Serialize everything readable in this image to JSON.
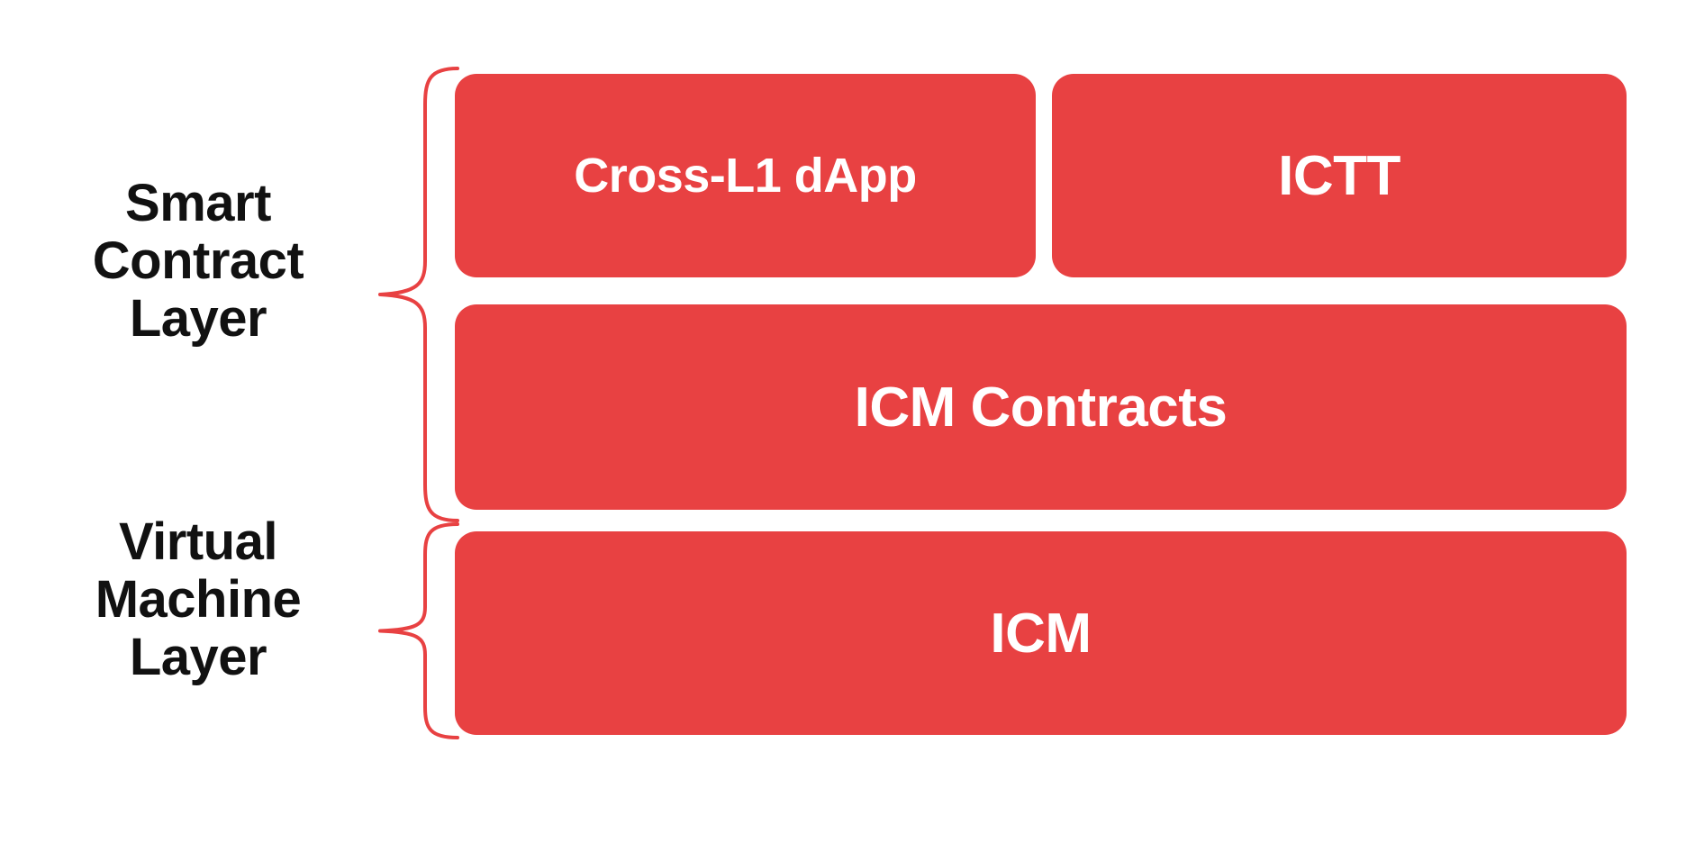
{
  "diagram": {
    "title": "Smart Contract Layer and Virtual Machine Layer stack",
    "background_color": "#FFFFFF",
    "accent_color": "#E84142",
    "text_on_accent_color": "#FFFFFF",
    "label_color": "#111111"
  },
  "layers": [
    {
      "id": "smart-contract-layer",
      "label": "Smart\nContract\nLayer",
      "brace_color": "#E84142",
      "boxes": [
        {
          "id": "cross-l1-dapp",
          "label": "Cross-L1 dApp",
          "row": 1,
          "column": 1
        },
        {
          "id": "ictt",
          "label": "ICTT",
          "row": 1,
          "column": 2
        },
        {
          "id": "icm-contracts",
          "label": "ICM Contracts",
          "row": 2,
          "column": 1,
          "full_width": true
        }
      ]
    },
    {
      "id": "virtual-machine-layer",
      "label": "Virtual\nMachine\nLayer",
      "brace_color": "#E84142",
      "boxes": [
        {
          "id": "icm",
          "label": "ICM",
          "row": 1,
          "column": 1,
          "full_width": true
        }
      ]
    }
  ],
  "boxes": {
    "cross_l1_dapp": "Cross-L1 dApp",
    "ictt": "ICTT",
    "icm_contracts": "ICM Contracts",
    "icm": "ICM"
  },
  "labels": {
    "smart_contract_layer": "Smart\nContract\nLayer",
    "virtual_machine_layer": "Virtual\nMachine\nLayer"
  }
}
